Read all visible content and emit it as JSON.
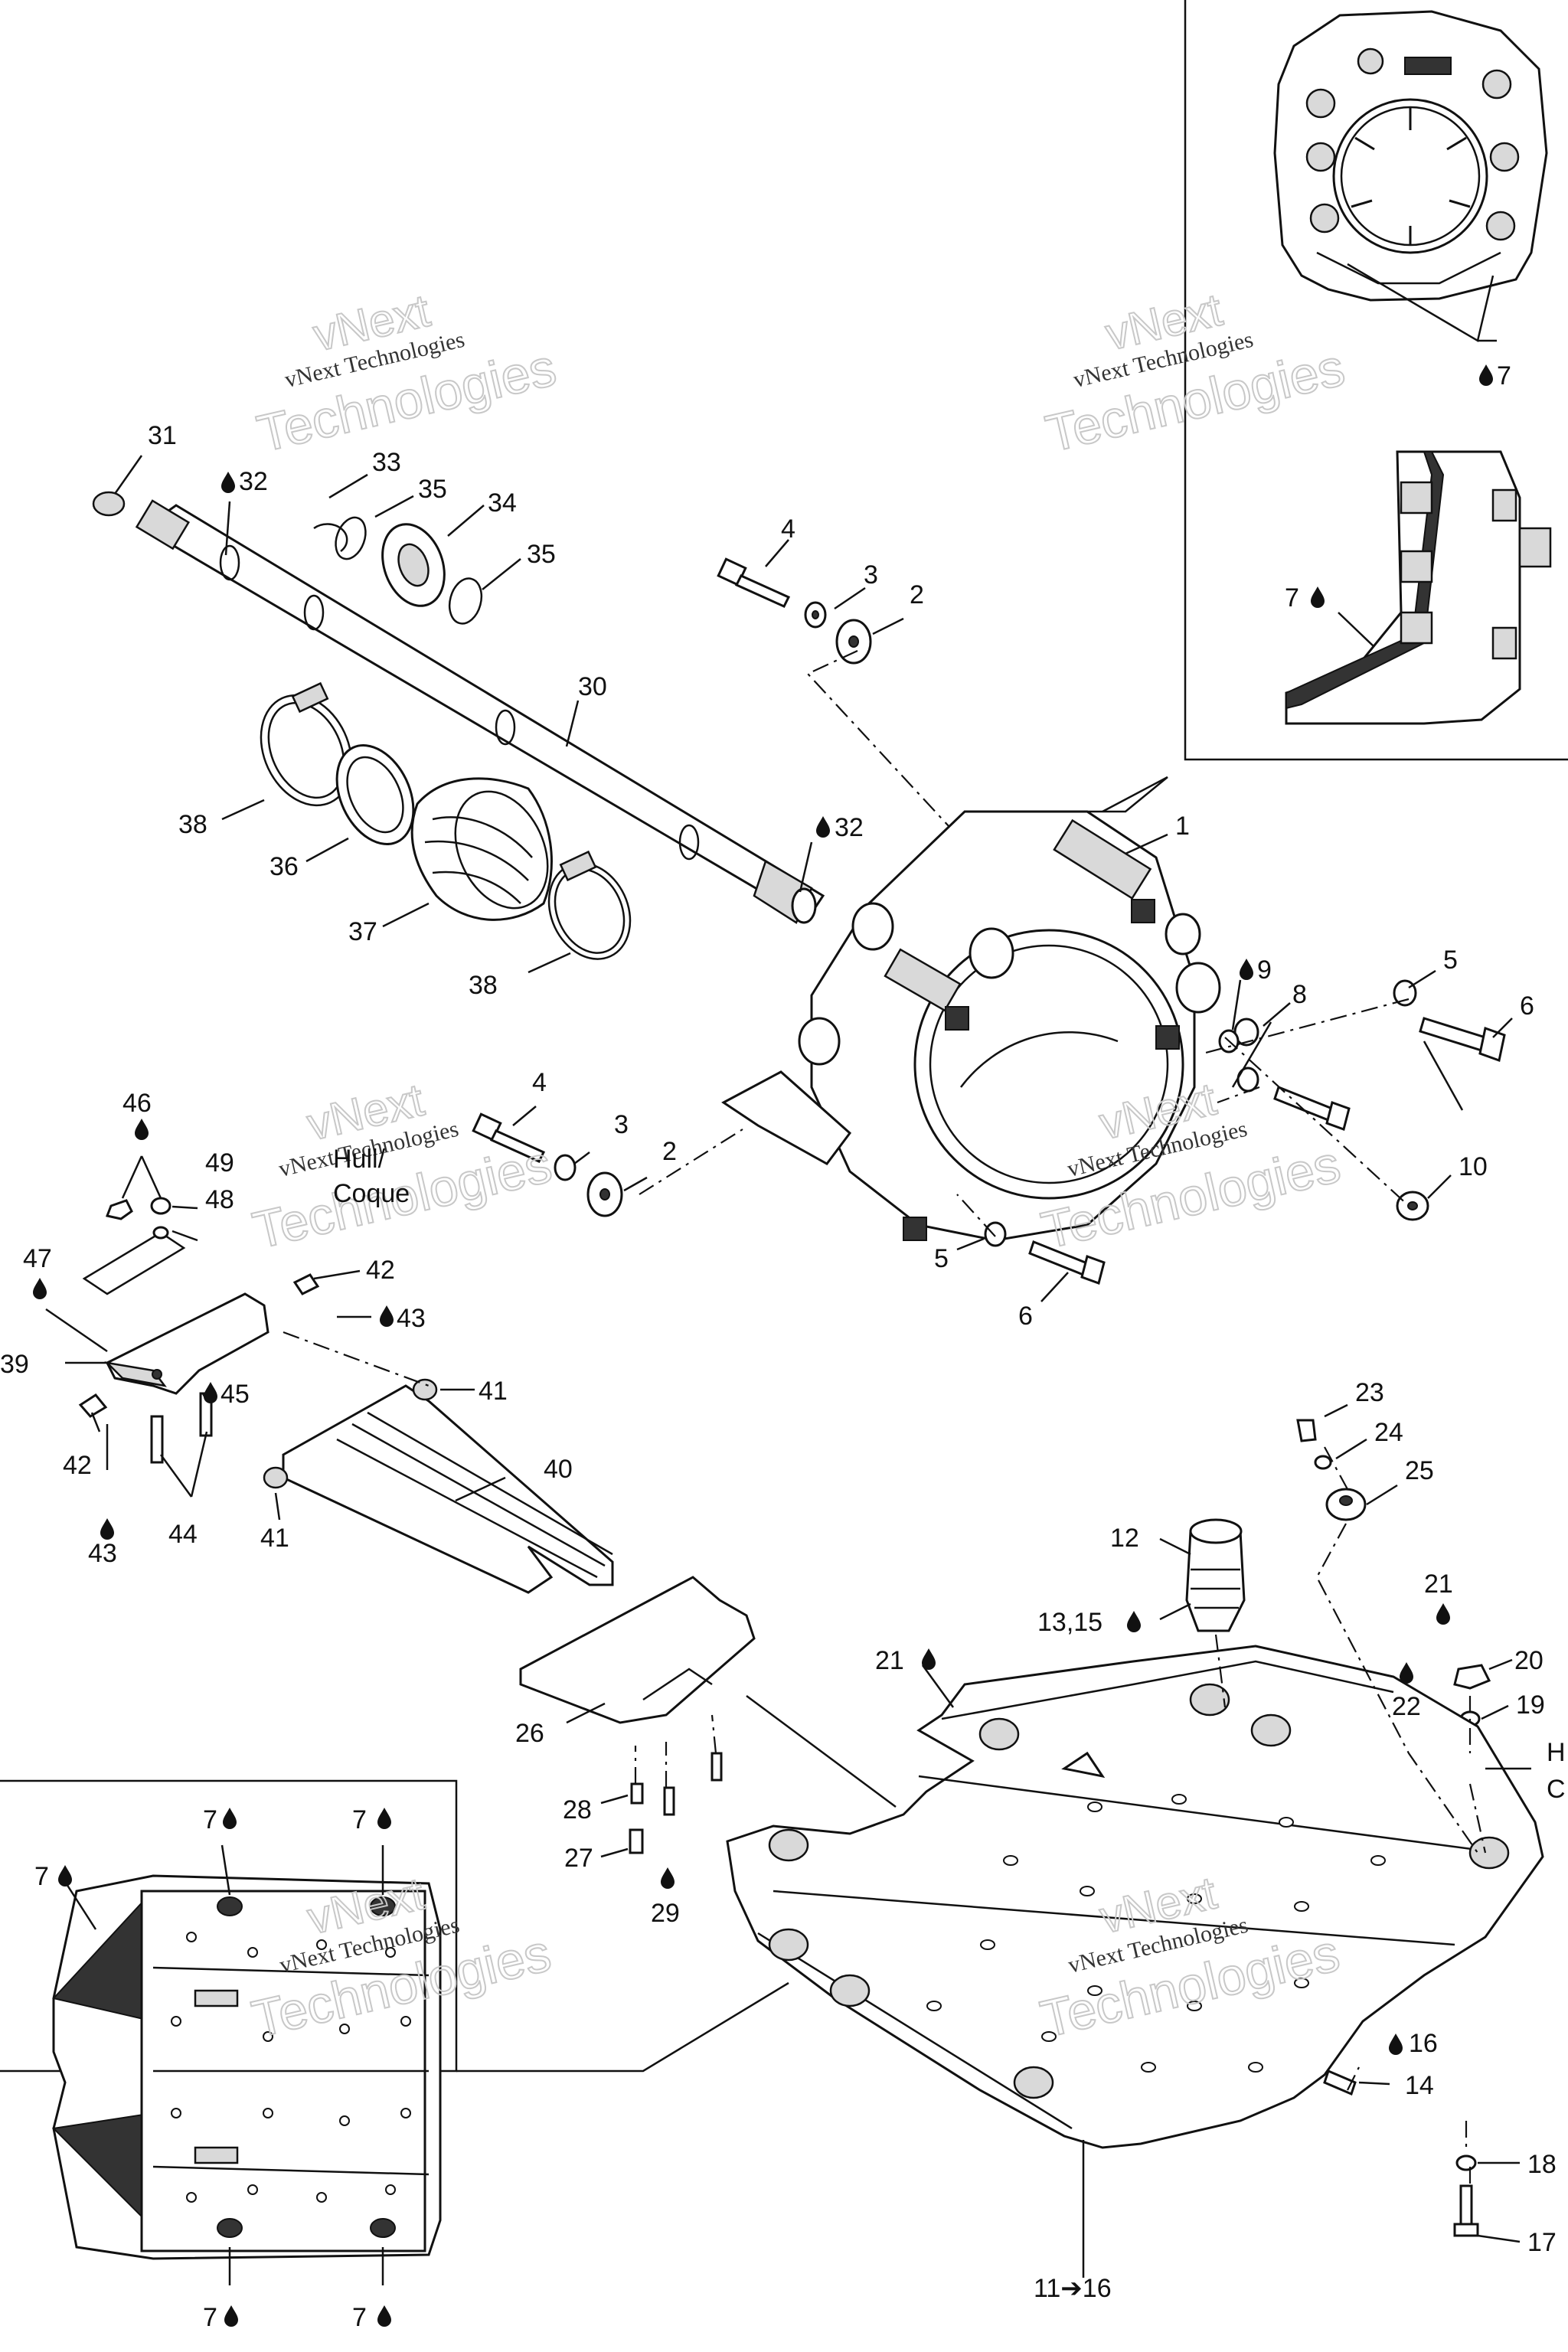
{
  "watermark": {
    "line1": "vNext Technologies",
    "big_top": "vNext",
    "big_bottom": "Technologies"
  },
  "hull_note": {
    "line1": "Hull/",
    "line2": "Coque"
  },
  "labels": {
    "l31": "31",
    "l32a": "32",
    "l33": "33",
    "l35a": "35",
    "l34": "34",
    "l35b": "35",
    "l4a": "4",
    "l3a": "3",
    "l2a": "2",
    "l30": "30",
    "l38a": "38",
    "l36": "36",
    "l32b": "32",
    "l37": "37",
    "l38b": "38",
    "l1": "1",
    "l5a": "5",
    "l6a": "6",
    "l9": "9",
    "l8": "8",
    "l4b": "4",
    "l3b": "3",
    "l2b": "2",
    "l10": "10",
    "l5b": "5",
    "l6b": "6",
    "l46": "46",
    "l49": "49",
    "l48": "48",
    "l47": "47",
    "l42a": "42",
    "l43a": "43",
    "l39": "39",
    "l45": "45",
    "l41a": "41",
    "l42b": "42",
    "l43b": "43",
    "l44": "44",
    "l40": "40",
    "l41b": "41",
    "l23": "23",
    "l24": "24",
    "l25": "25",
    "l12": "12",
    "l13_15": "13,15",
    "l21a": "21",
    "l21b": "21",
    "l20": "20",
    "l22": "22",
    "l19": "19",
    "lH": "H",
    "lC": "C",
    "l26": "26",
    "l28": "28",
    "l27": "27",
    "l29": "29",
    "l16": "16",
    "l14": "14",
    "l18": "18",
    "l17": "17",
    "l11_16": "11➔16",
    "l7_top": "7",
    "l7_side": "7",
    "l7_in1": "7",
    "l7_in2": "7",
    "l7_in3": "7",
    "l7_in4": "7",
    "l7_in5": "7"
  }
}
